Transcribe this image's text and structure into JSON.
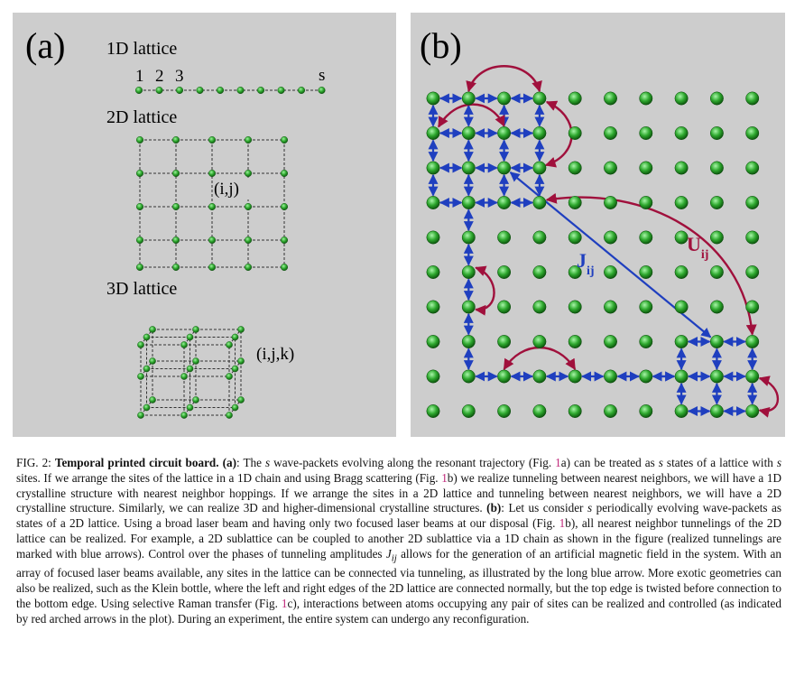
{
  "figure": {
    "panel_a": {
      "label": "(a)",
      "title_1d": "1D lattice",
      "title_2d": "2D lattice",
      "title_3d": "3D lattice",
      "site_labels": [
        "1",
        "2",
        "3"
      ],
      "last_site_label": "s",
      "label_2d_site": "(i,j)",
      "label_3d_site": "(i,j,k)"
    },
    "panel_b": {
      "label": "(b)",
      "label_J": "J",
      "label_J_sub": "ij",
      "label_U": "U",
      "label_U_sub": "ij"
    },
    "colors": {
      "panel_bg": "#cdcdcd",
      "site_green": "#2ea82e",
      "tunnel_blue": "#1f3fbf",
      "interaction_red": "#a0103c",
      "ref_magenta": "#c0287a"
    }
  },
  "caption": {
    "fig_label": "FIG. 2:",
    "title": "Temporal printed circuit board.",
    "a_tag": "(a)",
    "t1": ": The ",
    "s": "s",
    "t2": " wave-packets evolving along the resonant trajectory (Fig. ",
    "ref_1a": "1",
    "t3": "a) can be treated as ",
    "t4": " states of a lattice with ",
    "t5": " sites. If we arrange the sites of the lattice in a 1D chain and using Bragg scattering (Fig. ",
    "ref_1b": "1",
    "t6": "b) we realize tunneling between nearest neighbors, we will have a 1D crystalline structure with nearest neighbor hoppings. If we arrange the sites in a 2D lattice and tunneling between nearest neighbors, we will have a 2D crystalline structure. Similarly, we can realize 3D and higher-dimensional crystalline structures. ",
    "b_tag": "(b)",
    "t7": ": Let us consider ",
    "t8": " periodically evolving wave-packets as states of a 2D lattice. Using a broad laser beam and having only two focused laser beams at our disposal (Fig. ",
    "t9": "b), all nearest neighbor tunnelings of the 2D lattice can be realized. For example, a 2D sublattice can be coupled to another 2D sublattice via a 1D chain as shown in the figure (realized tunnelings are marked with blue arrows). Control over the phases of tunneling amplitudes ",
    "Jij": "J",
    "Jij_sub": "ij",
    "t10": " allows for the generation of an artificial magnetic field in the system. With an array of focused laser beams available, any sites in the lattice can be connected via tunneling, as illustrated by the long blue arrow. More exotic geometries can also be realized, such as the Klein bottle, where the left and right edges of the 2D lattice are connected normally, but the top edge is twisted before connection to the bottom edge. Using selective Raman transfer (Fig. ",
    "ref_1c": "1",
    "t11": "c), interactions between atoms occupying any pair of sites can be realized and controlled (as indicated by red arched arrows in the plot). During an experiment, the entire system can undergo any reconfiguration."
  }
}
